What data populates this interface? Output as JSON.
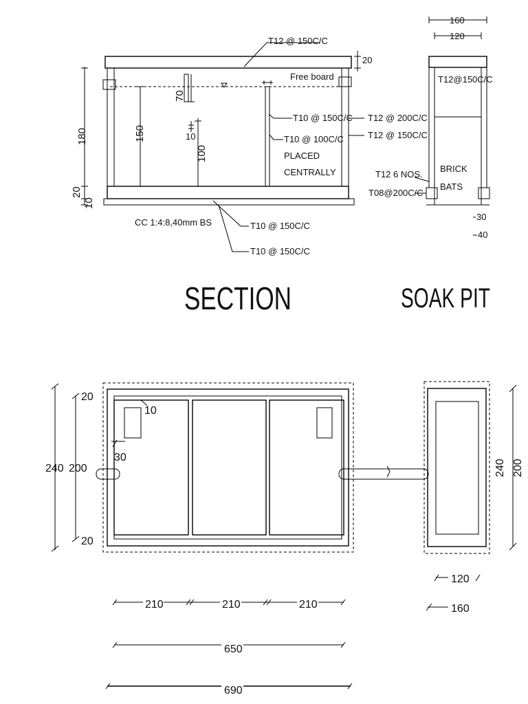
{
  "section": {
    "title": "SECTION",
    "labels": {
      "top_rebar": "T12 @ 150C/C",
      "top_slab_dim": "20",
      "free_board": "Free board",
      "right_rebar_1": "T12 @ 200C/C",
      "right_rebar_2": "T12 @ 150C/C",
      "baffle_rebar": "T10 @ 150C/C",
      "baffle_centre_1": "T10 @ 100C/C",
      "baffle_centre_2": "PLACED",
      "baffle_centre_3": "CENTRALLY",
      "base_concrete": "CC 1:4:8,40mm BS",
      "bottom_rebar_1": "T10 @ 150C/C",
      "bottom_rebar_2": "T10 @ 150C/C"
    },
    "dims": {
      "height_180": "180",
      "height_20": "20",
      "height_10": "10",
      "depth_150": "150",
      "drop_70": "70",
      "gap_10": "10",
      "height_100": "100"
    }
  },
  "soak_pit_section": {
    "title": "SOAK PIT",
    "labels": {
      "width_160": "160",
      "width_120": "120",
      "top_rebar": "T12@150C/C",
      "ring_rebar": "T12 6 NOS.",
      "stirrup": "T08@200C/C",
      "fill_1": "BRICK",
      "fill_2": "BATS",
      "dim_30": "30",
      "dim_40": "40"
    }
  },
  "plan": {
    "dims": {
      "wall_top": "20",
      "inner_offset": "10",
      "inlet_offset": "30",
      "outer_height": "240",
      "inner_height": "200",
      "wall_bottom": "20",
      "chamber_1": "210",
      "chamber_2": "210",
      "chamber_3": "210",
      "inner_length": "650",
      "outer_length": "690"
    }
  },
  "soak_pit_plan": {
    "dims": {
      "outer_height": "240",
      "inner_height": "200",
      "inner_width": "120",
      "outer_width": "160"
    }
  }
}
